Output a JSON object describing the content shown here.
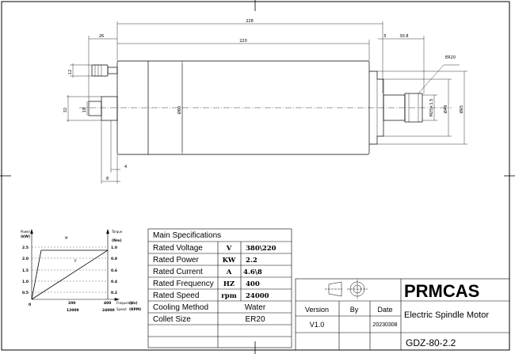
{
  "dimensions": {
    "overall_length": "228",
    "body_length": "220",
    "connector_offset": "26",
    "gap": "5",
    "nose_length": "30.8",
    "collet_label": "ER20",
    "connector_height": "12",
    "left_height": "32",
    "left_shaft": "18",
    "body_diameter": "Ø80",
    "thread": "M25×1.5",
    "nose_diameter": "Ø49",
    "nose_outer": "Ø65",
    "step1": "4",
    "step2": "8"
  },
  "curve_chart": {
    "ylabel_left": "Power",
    "ylabel_left_unit": "(kW)",
    "ylabel_right": "Torque",
    "ylabel_right_unit": "(Nm)",
    "left_ticks": [
      "2.5",
      "2.0",
      "1.5",
      "1.0",
      "0.5"
    ],
    "right_ticks": [
      "1.0",
      "0.8",
      "0.6",
      "0.4",
      "0.2"
    ],
    "x_origin": "0",
    "x_ticks_hz": [
      "200",
      "400"
    ],
    "x_ticks_rpm": [
      "12000",
      "24000"
    ],
    "freq_label": "Frequency",
    "freq_unit": "(Hz)",
    "speed_label": "Speed",
    "speed_unit": "(RPM)",
    "curve_m": "M",
    "curve_p": "P"
  },
  "specs": {
    "header": "Main Specifications",
    "rows": [
      {
        "label": "Rated Voltage",
        "unit": "V",
        "value": "380\\220"
      },
      {
        "label": "Rated Power",
        "unit": "KW",
        "value": "2.2"
      },
      {
        "label": "Rated Current",
        "unit": "A",
        "value": "4.6\\8"
      },
      {
        "label": "Rated Frequency",
        "unit": "HZ",
        "value": "400"
      },
      {
        "label": "Rated Speed",
        "unit": "rpm",
        "value": "24000"
      },
      {
        "label": "Cooling Method",
        "unit": "",
        "value": "Water"
      },
      {
        "label": "Collet Size",
        "unit": "",
        "value": "ER20"
      }
    ]
  },
  "title_block": {
    "brand": "PRMCAS",
    "version_label": "Version",
    "by_label": "By",
    "date_label": "Date",
    "version": "V1.0",
    "date": "20230308",
    "product": "Electric Spindle Motor",
    "model": "GDZ-80-2.2"
  }
}
